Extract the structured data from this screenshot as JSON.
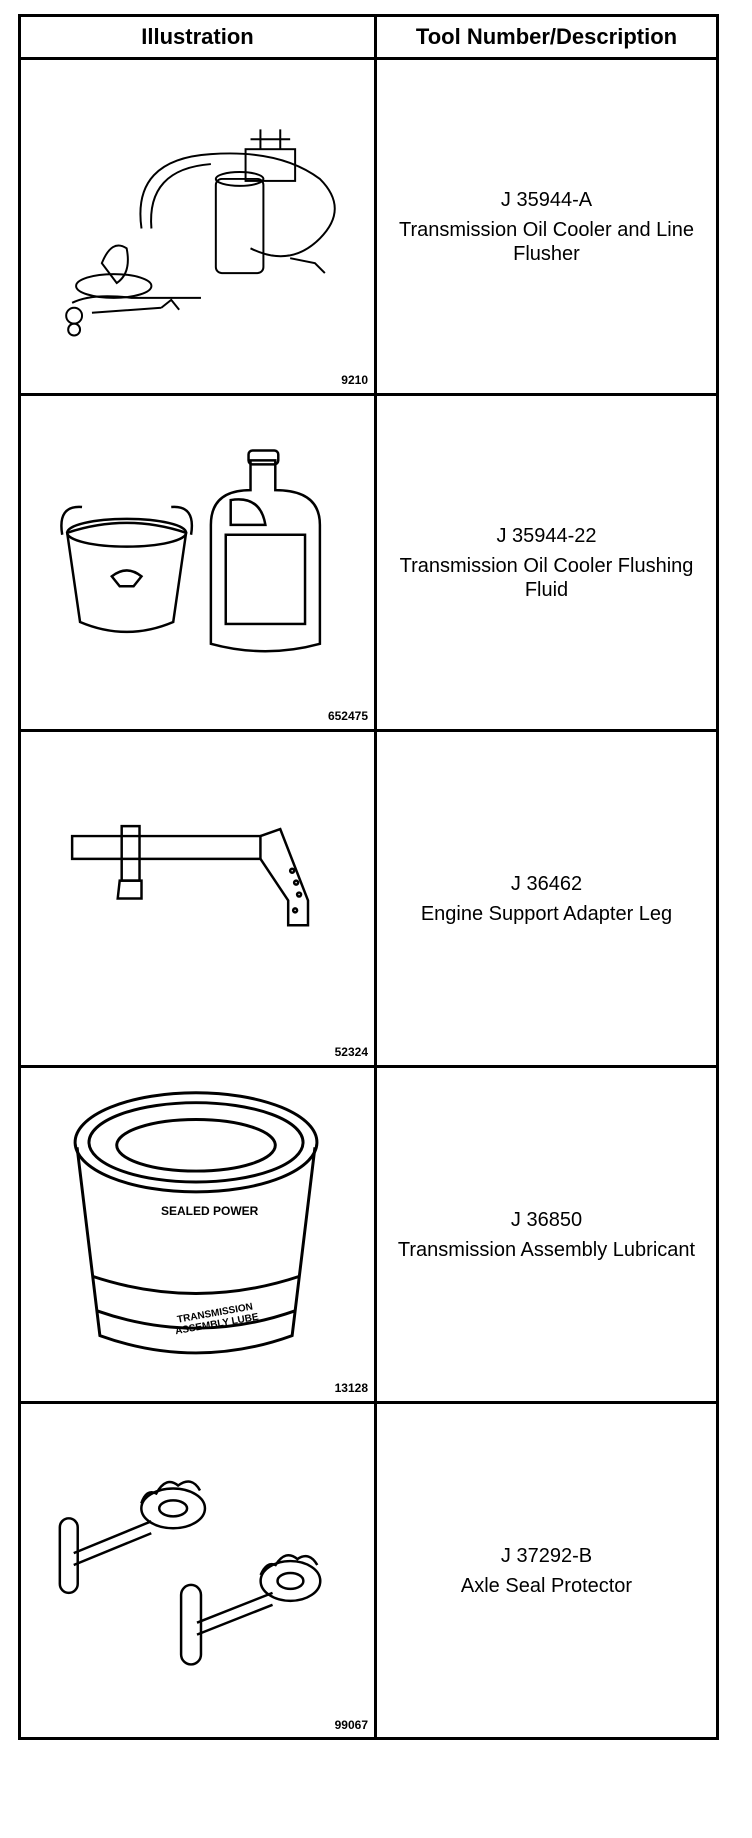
{
  "header": {
    "illustration": "Illustration",
    "tool": "Tool Number/Description"
  },
  "rows": [
    {
      "figure": "9210",
      "number": "J 35944-A",
      "description": "Transmission Oil Cooler and Line Flusher",
      "icon": "flusher-icon"
    },
    {
      "figure": "652475",
      "number": "J 35944-22",
      "description": "Transmission Oil Cooler Flushing Fluid",
      "icon": "fluid-jug-icon"
    },
    {
      "figure": "52324",
      "number": "J 36462",
      "description": "Engine Support Adapter Leg",
      "icon": "adapter-leg-icon"
    },
    {
      "figure": "13128",
      "number": "J 36850",
      "description": "Transmission Assembly Lubricant",
      "icon": "lubricant-tub-icon",
      "label_text": "SEALED POWER",
      "label_text_2": "TRANSMISSION ASSEMBLY LUBE"
    },
    {
      "figure": "99067",
      "number": "J 37292-B",
      "description": "Axle Seal Protector",
      "icon": "seal-protector-icon"
    }
  ]
}
